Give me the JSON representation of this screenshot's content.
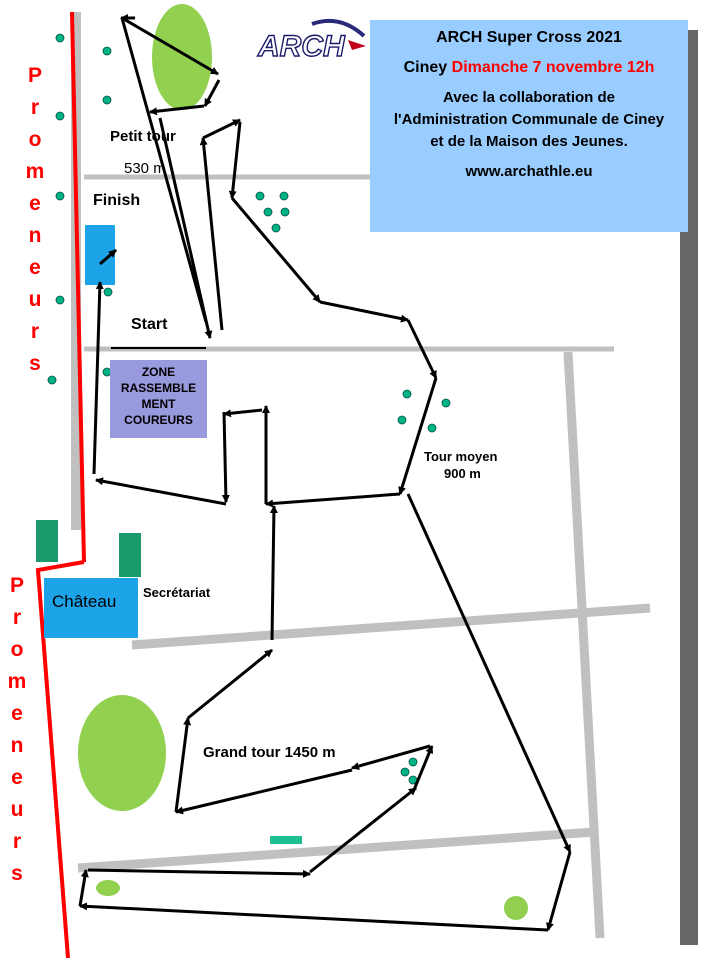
{
  "header": {
    "title": "ARCH Super Cross  2021",
    "place": "Ciney",
    "date": "Dimanche 7  novembre 12h",
    "collab": [
      "Avec la collaboration de",
      "l'Administration Communale de Ciney",
      "et de la Maison des Jeunes."
    ],
    "website": "www.archathle.eu"
  },
  "logo": {
    "text": "ARCH"
  },
  "labels": {
    "petit_tour": "Petit tour",
    "petit_tour_dist": "530 m",
    "finish": "Finish",
    "start": "Start",
    "zone": [
      "ZONE",
      "RASSEMBLE",
      "MENT",
      "COUREURS"
    ],
    "tour_moyen": "Tour moyen",
    "tour_moyen_dist": "900 m",
    "chateau": "Château",
    "secretariat": "Secrétariat",
    "grand_tour": "Grand tour  1450 m"
  },
  "promeneurs": "Promeneurs",
  "colors": {
    "info_box": "#99ccff",
    "zone_box": "#9999dd",
    "chateau_box": "#1ca3e8",
    "tree": "#92d050",
    "dot": "#00b386",
    "road": "#c0c0c0",
    "wall": "#666666",
    "boundary": "#ff0000",
    "route": "#000000"
  }
}
